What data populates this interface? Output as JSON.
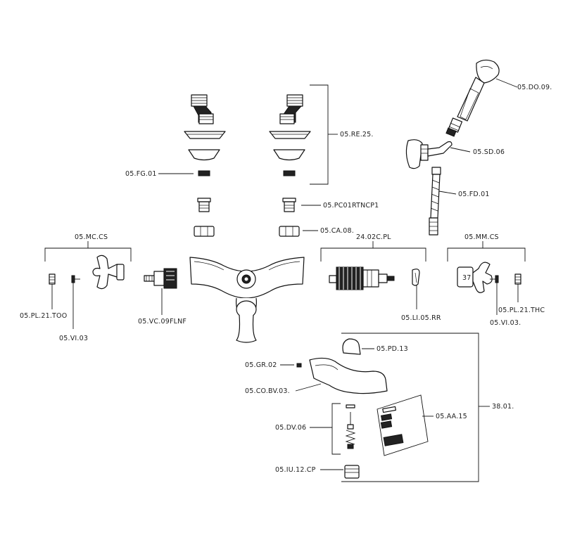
{
  "diagram": {
    "labels": {
      "do09": "05.DO.09.",
      "re25": "05.RE.25.",
      "sd06": "05.SD.06",
      "fg01": "05.FG.01",
      "fd01": "05.FD.01",
      "pc01": "05.PC01RTNCP1",
      "ca08": "05.CA.08.",
      "mc_cs": "05.MC.CS",
      "c2402": "24.02C.PL",
      "mm_cs": "05.MM.CS",
      "pl21_left": "05.PL.21.TOO",
      "vi03_left": "05.VI.03",
      "vc09": "05.VC.09FLNF",
      "li05": "05.LI.05.RR",
      "vi03_right": "05.VI.03.",
      "pl21_right": "05.PL.21.THC",
      "pd13": "05.PD.13",
      "gr02": "05.GR.02",
      "cobv03": "05.CO.BV.03.",
      "c3801": "38.01.",
      "dv06": "05.DV.06",
      "aa15": "05.AA.15",
      "iu12": "05.IU.12.CP",
      "knob_number": "37"
    }
  }
}
